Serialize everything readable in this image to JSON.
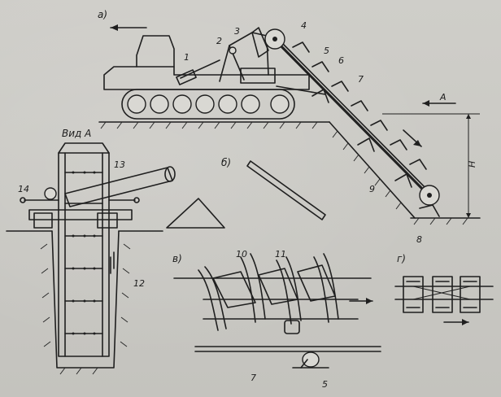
{
  "labels": {
    "view_a": "Вид А",
    "sub_a": "а)",
    "sub_b": "б)",
    "sub_v": "в)",
    "sub_g": "г)",
    "arrow_a": "А",
    "dim_h": "Н",
    "n1": "1",
    "n2": "2",
    "n3": "3",
    "n4": "4",
    "n5": "5",
    "n6": "6",
    "n7": "7",
    "n8": "8",
    "n9": "9",
    "n10": "10",
    "n11": "11",
    "n12": "12",
    "n13": "13",
    "n14": "14",
    "n7b": "7",
    "n5b": "5"
  },
  "colors": {
    "paper": "#c8c7c2",
    "ink": "#1f1f1f"
  }
}
